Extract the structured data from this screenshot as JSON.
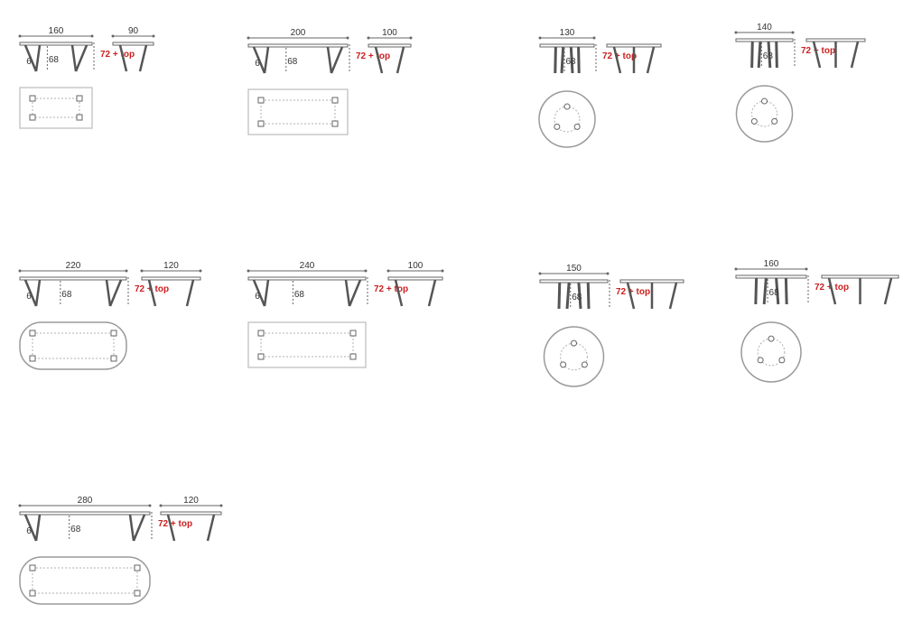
{
  "colors": {
    "line": "#666666",
    "text": "#333333",
    "highlight": "#cc1f1f",
    "outline": "#9a9a9a",
    "dashed": "#b0b0b0"
  },
  "height_label": "72 + top",
  "tables": [
    {
      "shape": "rect",
      "length": "160",
      "depth": "90",
      "offset": "6",
      "leg": "68"
    },
    {
      "shape": "rect",
      "length": "200",
      "depth": "100",
      "offset": "6",
      "leg": "68"
    },
    {
      "shape": "round",
      "length": "130",
      "leg": "68"
    },
    {
      "shape": "round",
      "length": "140",
      "leg": "68"
    },
    {
      "shape": "oval",
      "length": "220",
      "depth": "120",
      "offset": "6",
      "leg": "68"
    },
    {
      "shape": "rect",
      "length": "240",
      "depth": "100",
      "offset": "6",
      "leg": "68"
    },
    {
      "shape": "round",
      "length": "150",
      "leg": "68"
    },
    {
      "shape": "round",
      "length": "160",
      "leg": "68"
    },
    {
      "shape": "oval",
      "length": "280",
      "depth": "120",
      "offset": "6",
      "leg": "68"
    }
  ]
}
